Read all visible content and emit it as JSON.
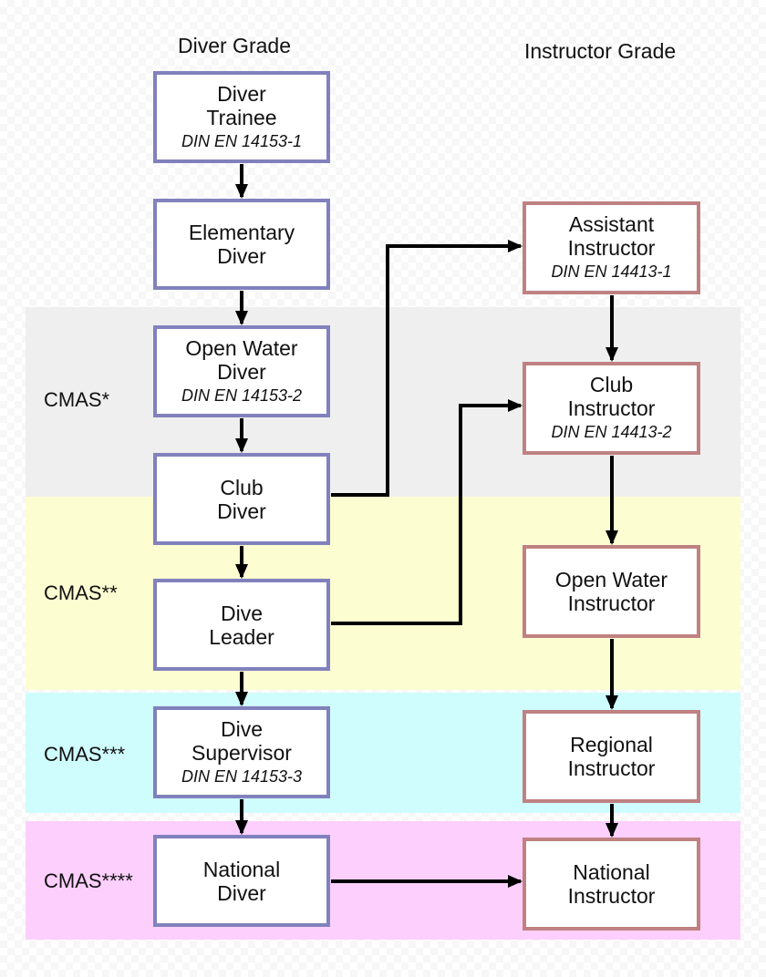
{
  "headers": {
    "diver": "Diver Grade",
    "instructor": "Instructor Grade"
  },
  "levels": [
    "CMAS*",
    "CMAS**",
    "CMAS***",
    "CMAS****"
  ],
  "diver_grades": [
    {
      "line1": "Diver",
      "line2": "Trainee",
      "standard": "DIN EN 14153-1"
    },
    {
      "line1": "Elementary",
      "line2": "Diver",
      "standard": ""
    },
    {
      "line1": "Open Water",
      "line2": "Diver",
      "standard": "DIN EN 14153-2"
    },
    {
      "line1": "Club",
      "line2": "Diver",
      "standard": ""
    },
    {
      "line1": "Dive",
      "line2": "Leader",
      "standard": ""
    },
    {
      "line1": "Dive",
      "line2": "Supervisor",
      "standard": "DIN EN 14153-3"
    },
    {
      "line1": "National",
      "line2": "Diver",
      "standard": ""
    }
  ],
  "instructor_grades": [
    {
      "line1": "Assistant",
      "line2": "Instructor",
      "standard": "DIN EN 14413-1"
    },
    {
      "line1": "Club",
      "line2": "Instructor",
      "standard": "DIN EN 14413-2"
    },
    {
      "line1": "Open Water",
      "line2": "Instructor",
      "standard": ""
    },
    {
      "line1": "Regional",
      "line2": "Instructor",
      "standard": ""
    },
    {
      "line1": "National",
      "line2": "Instructor",
      "standard": ""
    }
  ],
  "colors": {
    "diver_border": "#8181bd",
    "instructor_border": "#bf8181",
    "band_cmas1": "#efefef",
    "band_cmas2": "#fdfdd2",
    "band_cmas3": "#cffcfc",
    "band_cmas4": "#fdcffd",
    "arrow": "#000000"
  }
}
